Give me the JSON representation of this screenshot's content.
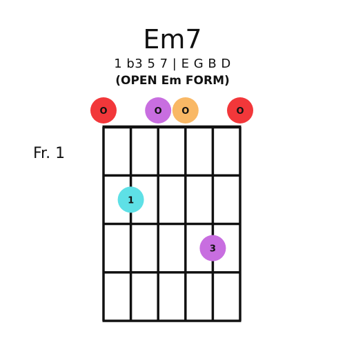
{
  "chord": {
    "name": "Em7",
    "formula": "1 b3 5 7 | E G B D",
    "form": "(OPEN Em FORM)",
    "fret_label": "Fr. 1"
  },
  "diagram": {
    "string_count": 6,
    "fret_count": 4,
    "open_strings": [
      {
        "string": 1,
        "label": "O",
        "color": "#f2373a"
      },
      {
        "string": 3,
        "label": "O",
        "color": "#c86ee0"
      },
      {
        "string": 4,
        "label": "O",
        "color": "#f9b865"
      },
      {
        "string": 6,
        "label": "O",
        "color": "#f2373a"
      }
    ],
    "fretted_notes": [
      {
        "string": 2,
        "fret": 2,
        "finger": "1",
        "color": "#5ee0e6"
      },
      {
        "string": 5,
        "fret": 3,
        "finger": "3",
        "color": "#c86ee0"
      }
    ]
  }
}
